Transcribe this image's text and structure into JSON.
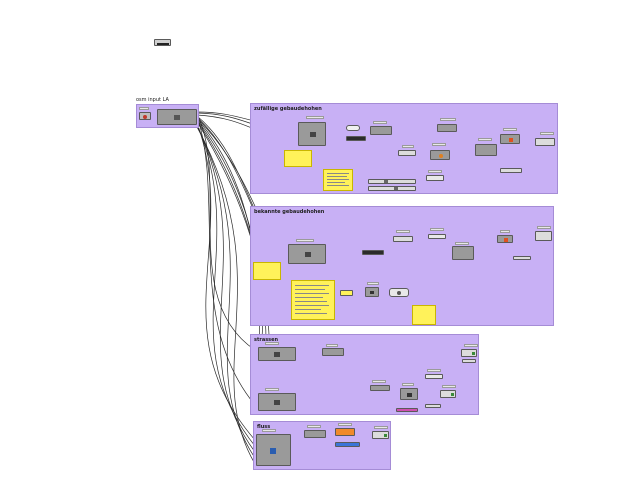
{
  "floating_label": "osm input LA",
  "groups": [
    {
      "title": "zufällige gebaudehohen"
    },
    {
      "title": "bekannte gebaudehohen"
    },
    {
      "title": "strassen"
    },
    {
      "title": "fluss"
    }
  ],
  "colors": {
    "group_fill": "#c8b0f5",
    "group_border": "#a58cd6",
    "node_fill": "#9a9a9a",
    "note_fill": "#fff25a",
    "wire": "#2a2a2a"
  }
}
